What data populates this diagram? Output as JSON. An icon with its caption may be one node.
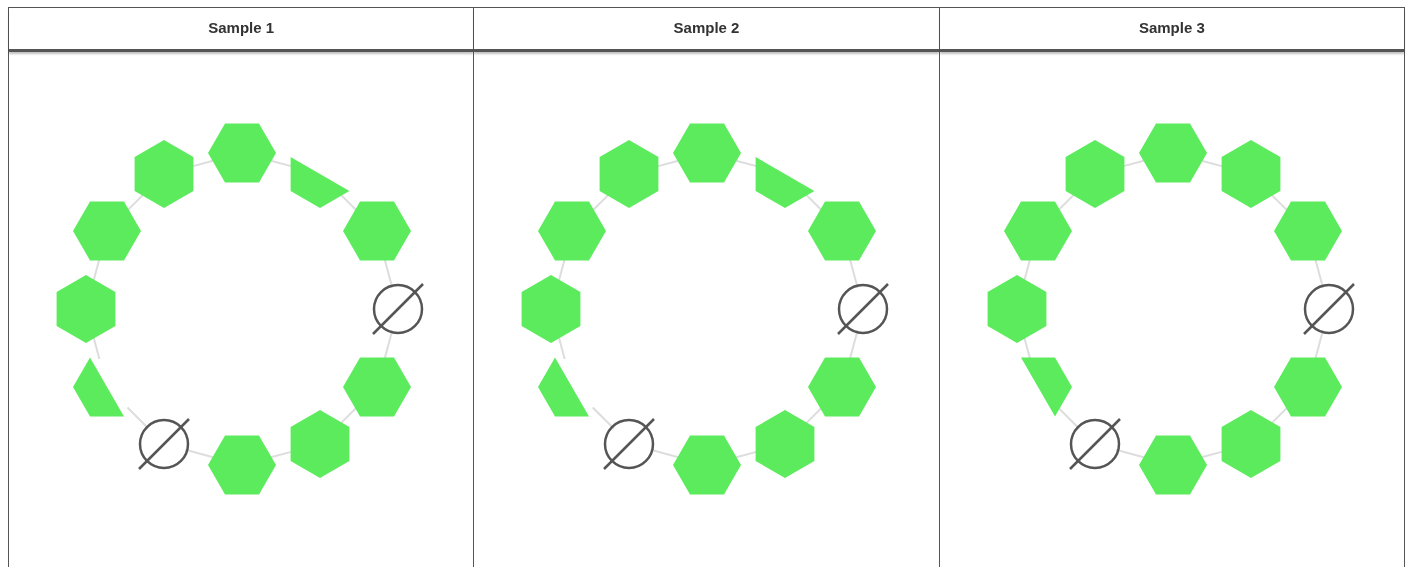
{
  "diagram": {
    "nodes": [
      {
        "text": [],
        "shape": "hexagon"
      },
      {
        "text": [],
        "shape": "wedge"
      },
      {
        "text": [],
        "shape": "hexagon"
      },
      {
        "text": [],
        "shape": "circle"
      },
      {
        "text": [],
        "shape": "hexagon"
      },
      {
        "text": [],
        "shape": "hexagon"
      },
      {
        "text": [],
        "shape": "hexagon"
      },
      {
        "text": [],
        "shape": "circle"
      },
      {
        "text": [],
        "shape": "wedge"
      },
      {
        "text": [],
        "shape": "hexagon"
      },
      {
        "text": [],
        "shape": "hexagon"
      },
      {
        "text": [],
        "shape": "hexagon"
      },
      {
        "text": [],
        "shape": "hexagon"
      },
      {
        "text": [],
        "shape": "wedge"
      },
      {
        "text": [],
        "shape": "hexagon"
      },
      {
        "text": [],
        "shape": "circle"
      },
      {
        "text": [],
        "shape": "hexagon"
      },
      {
        "text": [],
        "shape": "hexagon"
      },
      {
        "text": [],
        "shape": "hexagon"
      },
      {
        "text": [],
        "shape": "circle"
      },
      {
        "text": [],
        "shape": "wedge"
      },
      {
        "text": [],
        "shape": "hexagon"
      },
      {
        "text": [],
        "shape": "hexagon"
      },
      {
        "text": [],
        "shape": "hexagon"
      },
      {
        "text": [],
        "shape": "hexagon"
      },
      {
        "text": [],
        "shape": "hexagon"
      },
      {
        "text": [],
        "shape": "hexagon"
      },
      {
        "text": [],
        "shape": "circle"
      },
      {
        "text": [],
        "shape": "hexagon"
      },
      {
        "text": [],
        "shape": "hexagon"
      },
      {
        "text": [],
        "shape": "hexagon"
      },
      {
        "text": [],
        "shape": "circle"
      },
      {
        "text": [],
        "shape": "wedge"
      },
      {
        "text": [],
        "shape": "hexagon"
      },
      {
        "text": [],
        "shape": "hexagon"
      },
      {
        "text": [],
        "shape": "hexagon"
      }
    ],
    "edges": [
      {
        "from": 0,
        "to": 1,
        "arrow": "none"
      },
      {
        "from": 1,
        "to": 2,
        "arrow": "none"
      },
      {
        "from": 2,
        "to": 3,
        "arrow": "none"
      },
      {
        "from": 3,
        "to": 4,
        "arrow": "none"
      },
      {
        "from": 4,
        "to": 5,
        "arrow": "none"
      },
      {
        "from": 5,
        "to": 6,
        "arrow": "none"
      },
      {
        "from": 6,
        "to": 7,
        "arrow": "none"
      },
      {
        "from": 7,
        "to": 8,
        "arrow": "none"
      },
      {
        "from": 8,
        "to": 9,
        "arrow": "none"
      },
      {
        "from": 9,
        "to": 10,
        "arrow": "none"
      },
      {
        "from": 10,
        "to": 11,
        "arrow": "none"
      },
      {
        "from": 11,
        "to": 0,
        "arrow": "none"
      },
      {
        "from": 12,
        "to": 13,
        "arrow": "none"
      },
      {
        "from": 13,
        "to": 14,
        "arrow": "none"
      },
      {
        "from": 14,
        "to": 15,
        "arrow": "none"
      },
      {
        "from": 15,
        "to": 16,
        "arrow": "none"
      },
      {
        "from": 16,
        "to": 17,
        "arrow": "none"
      },
      {
        "from": 17,
        "to": 18,
        "arrow": "none"
      },
      {
        "from": 18,
        "to": 19,
        "arrow": "none"
      },
      {
        "from": 19,
        "to": 20,
        "arrow": "none"
      },
      {
        "from": 20,
        "to": 21,
        "arrow": "none"
      },
      {
        "from": 21,
        "to": 22,
        "arrow": "none"
      },
      {
        "from": 22,
        "to": 23,
        "arrow": "none"
      },
      {
        "from": 23,
        "to": 12,
        "arrow": "none"
      },
      {
        "from": 24,
        "to": 25,
        "arrow": "none"
      },
      {
        "from": 25,
        "to": 26,
        "arrow": "none"
      },
      {
        "from": 26,
        "to": 27,
        "arrow": "none"
      },
      {
        "from": 27,
        "to": 28,
        "arrow": "none"
      },
      {
        "from": 28,
        "to": 29,
        "arrow": "none"
      },
      {
        "from": 29,
        "to": 30,
        "arrow": "none"
      },
      {
        "from": 30,
        "to": 31,
        "arrow": "none"
      },
      {
        "from": 31,
        "to": 32,
        "arrow": "none"
      },
      {
        "from": 32,
        "to": 33,
        "arrow": "none"
      },
      {
        "from": 33,
        "to": 34,
        "arrow": "none"
      },
      {
        "from": 34,
        "to": 35,
        "arrow": "none"
      },
      {
        "from": 35,
        "to": 24,
        "arrow": "none"
      }
    ],
    "labels": [
      "Sample 1",
      "Sample 2",
      "Sample 3"
    ]
  }
}
